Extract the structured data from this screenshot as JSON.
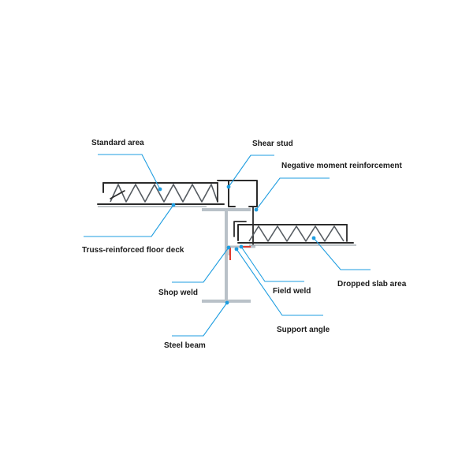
{
  "labels": {
    "standard_area": "Standard area",
    "shear_stud": "Shear stud",
    "negative_moment_reinforcement": "Negative moment reinforcement",
    "truss_reinforced_floor_deck": "Truss-reinforced floor deck",
    "shop_weld": "Shop weld",
    "field_weld": "Field weld",
    "dropped_slab_area": "Dropped slab area",
    "support_angle": "Support angle",
    "steel_beam": "Steel beam"
  },
  "colors": {
    "leader": "#1e9de0",
    "steel": "#b9c1c8",
    "rebar": "#2b2b2b",
    "truss": "#555b61",
    "weld": "#e23b2e"
  }
}
